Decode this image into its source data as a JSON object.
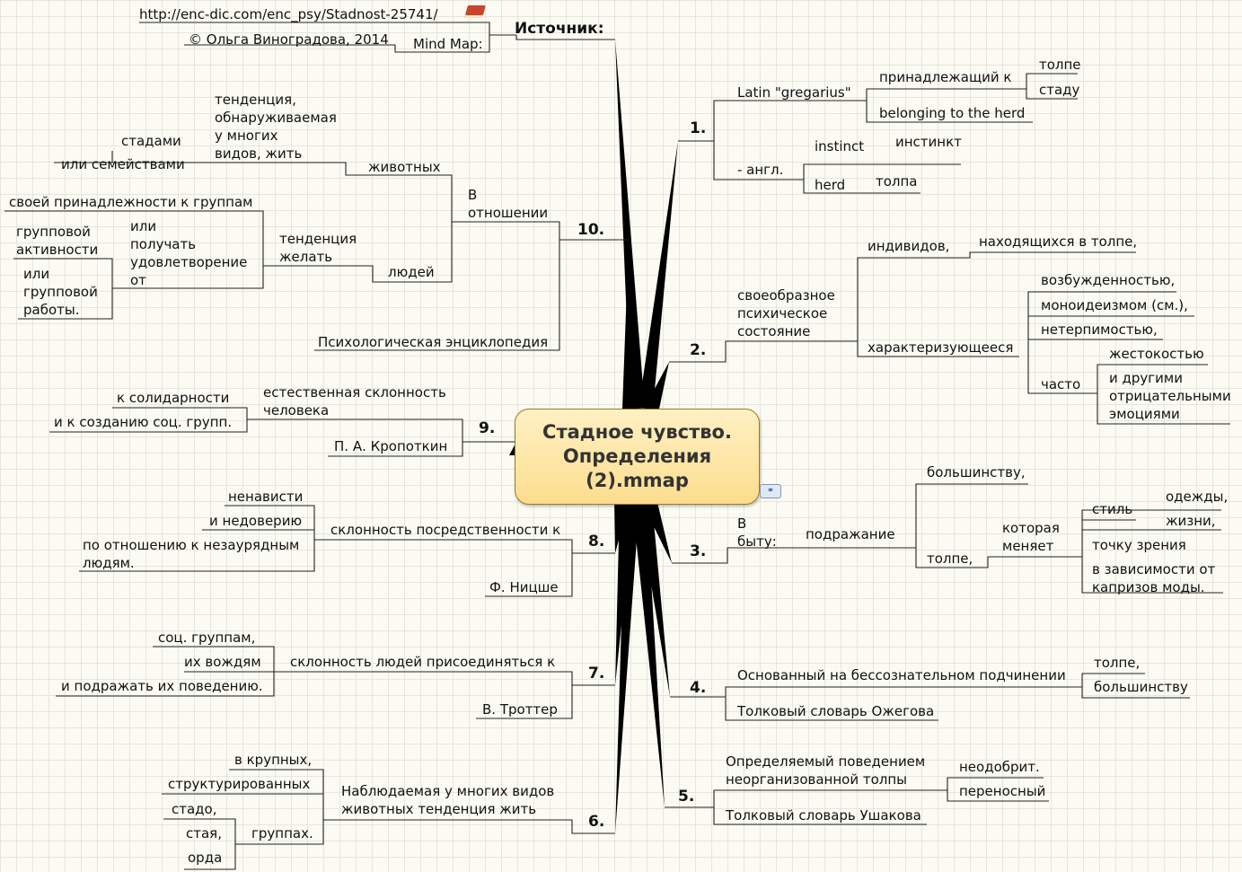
{
  "central": "Стадное чувство.\nОпределения\n(2).mmap",
  "icons": {
    "link": "link-icon",
    "book": "book-icon"
  },
  "source": {
    "title": "Источник:",
    "url": "http://enc-dic.com/enc_psy/Stadnost-25741/",
    "mindmap_label": "Mind Map:",
    "copyright": "© Ольга Виноградова, 2014"
  },
  "b1": {
    "num": "1.",
    "latin": "Latin \"gregarius\"",
    "belonging": "принадлежащий к",
    "tolpe": "толпе",
    "stadu": "стаду",
    "belonging_en": "belonging to the herd",
    "eng": "- англ.",
    "instinct": "instinct",
    "instinkt": "инстинкт",
    "herd": "herd",
    "tolpa": "толпа"
  },
  "b2": {
    "num": "2.",
    "state": [
      "своеобразное",
      "психическое",
      "состояние"
    ],
    "individ": "индивидов,",
    "nakhod": "находящихся в толпе,",
    "harakt": "характеризующееся",
    "vozb": "возбужденностью,",
    "monoid": "моноидеизмом (см.),",
    "neterp": "нетерпимостью,",
    "chasto": "часто",
    "zhest": "жестокостью",
    "drugimi": [
      "и другими",
      "отрицательными",
      "эмоциями"
    ]
  },
  "b3": {
    "num": "3.",
    "vbytu": [
      "В",
      "быту:"
    ],
    "podr": "подражание",
    "bolsh": "большинству,",
    "tolpe": "толпе,",
    "menyaet": [
      "которая",
      "меняет"
    ],
    "stil": "стиль",
    "odezhdy": "одежды,",
    "zhizni": "жизни,",
    "tochku": "точку зрения",
    "kaprizov": [
      "в зависимости от",
      "капризов моды."
    ]
  },
  "b4": {
    "num": "4.",
    "osn": "Основанный на бессознательном подчинении",
    "tolpe": "толпе,",
    "bolsh": "большинству",
    "ozhegov": "Толковый словарь Ожегова"
  },
  "b5": {
    "num": "5.",
    "opred": [
      "Определяемый поведением",
      "неорганизованной толпы"
    ],
    "neodobr": "неодобрит.",
    "perenos": "переносный",
    "ushakov": "Толковый словарь Ушакова"
  },
  "b6": {
    "num": "6.",
    "nabl": [
      "Наблюдаемая у многих видов",
      "животных тенденция жить"
    ],
    "krupnyh": "в крупных,",
    "struct": "структурированных",
    "gruppah": "группах.",
    "stado": "стадо,",
    "staya": "стая,",
    "orda": "орда"
  },
  "b7": {
    "num": "7.",
    "skl": "склонность людей присоединяться к",
    "soc": "соц. группам,",
    "vozh": "их вождям",
    "podr": "и подражать их поведению.",
    "trotter": "В. Троттер"
  },
  "b8": {
    "num": "8.",
    "skl": "склонность посредственности к",
    "nenav": "ненависти",
    "nedov": "и недоверию",
    "otnosh": [
      "по отношению к незаурядным",
      "людям."
    ],
    "nietzsche": "Ф. Ницше"
  },
  "b9": {
    "num": "9.",
    "est": [
      "естественная склонность",
      "человека"
    ],
    "solid": "к солидарности",
    "sozd": "и к созданию соц. групп.",
    "kropotkin": "П. А. Кропоткин"
  },
  "b10": {
    "num": "10.",
    "votnosh": [
      "В",
      "отношении"
    ],
    "zhivotnyh": "животных",
    "tend": [
      "тенденция,",
      "обнаруживаемая",
      "у многих",
      "видов, жить"
    ],
    "stadami": "стадами",
    "semeistvami": "или семействами",
    "lyudei": "людей",
    "tendzh": [
      "тенденция",
      "желать"
    ],
    "prinadl": "своей принадлежности к группам",
    "ili_poluch": [
      "или",
      "получать",
      "удовлетворение",
      "от"
    ],
    "grupp_akt": [
      "групповой",
      "активности"
    ],
    "grupp_rab": [
      "или",
      "групповой",
      "работы."
    ],
    "psych": "Психологическая энциклопедия"
  }
}
